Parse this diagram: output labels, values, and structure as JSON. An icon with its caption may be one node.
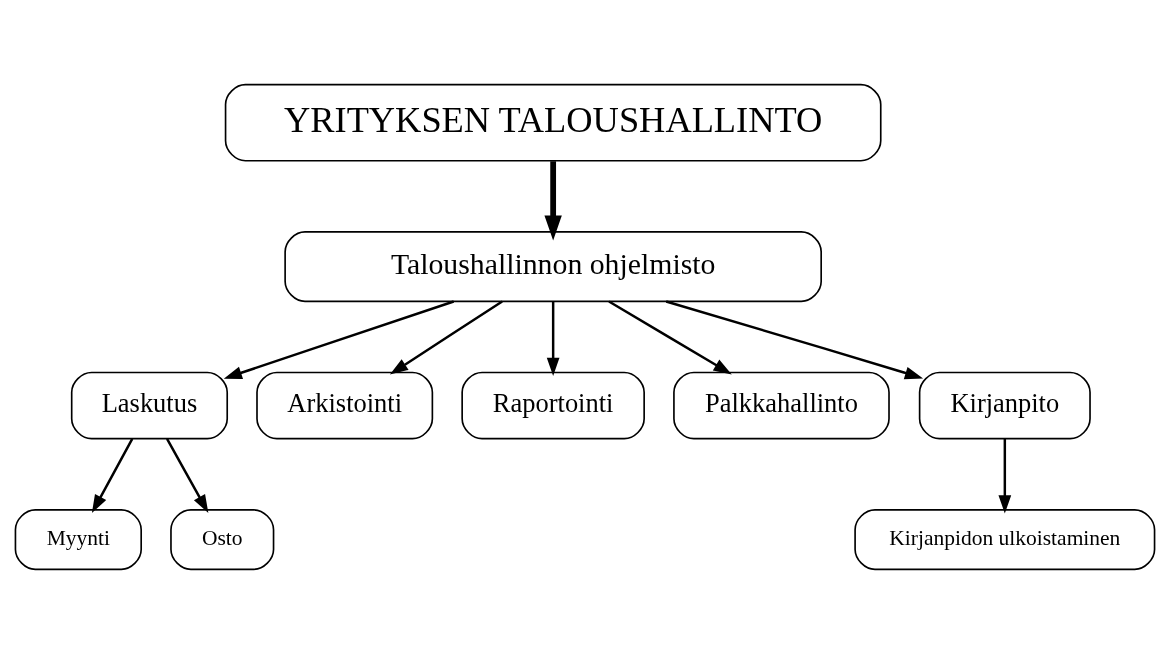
{
  "diagram": {
    "nodes": [
      {
        "text": [
          "YRITYKSEN TALOUSHALLINTO"
        ]
      },
      {
        "text": [
          "Taloushallinnon ohjelmisto"
        ]
      },
      {
        "text": [
          "Laskutus"
        ]
      },
      {
        "text": [
          "Arkistointi"
        ]
      },
      {
        "text": [
          "Raportointi"
        ]
      },
      {
        "text": [
          "Palkkahallinto"
        ]
      },
      {
        "text": [
          "Kirjanpito"
        ]
      },
      {
        "text": [
          "Myynti"
        ]
      },
      {
        "text": [
          "Osto"
        ]
      },
      {
        "text": [
          "Kirjanpidon ulkoistaminen"
        ]
      }
    ],
    "edges": [
      {
        "from": 0,
        "to": 1,
        "arrow": "to",
        "style": "thick"
      },
      {
        "from": 1,
        "to": 2,
        "arrow": "to"
      },
      {
        "from": 1,
        "to": 3,
        "arrow": "to"
      },
      {
        "from": 1,
        "to": 4,
        "arrow": "to"
      },
      {
        "from": 1,
        "to": 5,
        "arrow": "to"
      },
      {
        "from": 1,
        "to": 6,
        "arrow": "to"
      },
      {
        "from": 2,
        "to": 7,
        "arrow": "to"
      },
      {
        "from": 2,
        "to": 8,
        "arrow": "to"
      },
      {
        "from": 6,
        "to": 9,
        "arrow": "to"
      }
    ]
  }
}
